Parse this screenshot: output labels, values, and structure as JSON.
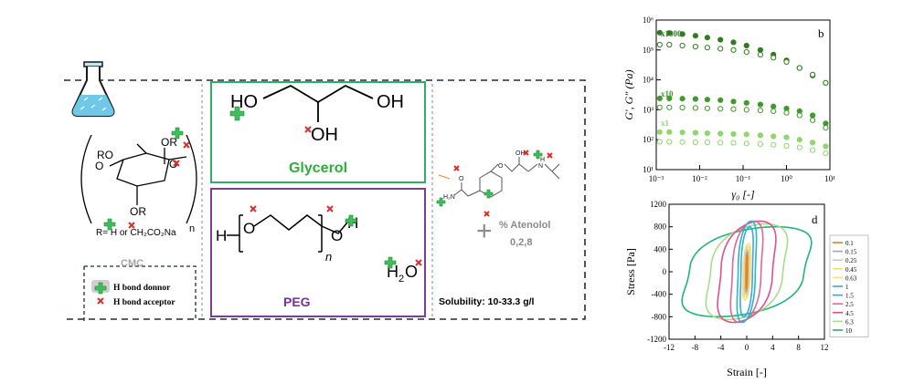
{
  "left_panel": {
    "cmc": {
      "label": "CMC",
      "groups": {
        "ro_top": "RO",
        "or_top": "OR",
        "o_left": "O",
        "o_ring": "O",
        "or_bottom": "OR",
        "subscript_n": "n"
      },
      "substituent_text": "R= H or CH₂CO₂Na"
    },
    "glycerol": {
      "label": "Glycerol",
      "groups": {
        "ho_left": "HO",
        "oh_right": "OH",
        "oh_mid": "OH"
      }
    },
    "peg": {
      "label": "PEG",
      "groups": {
        "h_left": "H",
        "o_left": "O",
        "subscript_n": "n",
        "o_right": "O",
        "h_right": "H"
      }
    },
    "water": {
      "formula_h": "H",
      "formula_2": "2",
      "formula_o": "O"
    },
    "atenolol": {
      "label": "% Atenolol",
      "fractions": "0,2,8",
      "plus_symbol": "+",
      "solubility": "Solubility: 10-33.3 g/l",
      "groups": {
        "oh": "OH",
        "o": "O",
        "nh": "N",
        "h": "H",
        "nh2": "H₂N",
        "carbonyl_o": "O"
      }
    },
    "legend": {
      "donor": "H bond donnor",
      "acceptor": "H bond acceptor"
    },
    "colors": {
      "dash_border": "#1f2d3d",
      "glycerol_border": "#2fae6a",
      "glycerol_text": "#2fae3a",
      "peg_border": "#7a3f97",
      "peg_text": "#7a2f9a",
      "cmc_text": "#a7a7a7",
      "atenolol_text": "#8a8a8a",
      "donor": "#3fbf5a",
      "acceptor": "#d9302a"
    },
    "icons": [
      "flask-icon",
      "donor-plus-icon",
      "acceptor-cross-icon"
    ]
  },
  "chart_data": [
    {
      "type": "scatter",
      "panel_label": "b",
      "xlabel": "γ₀ [-]",
      "ylabel": "G′, G″ (Pa)",
      "xscale": "log",
      "yscale": "log",
      "xlim": [
        0.001,
        10
      ],
      "ylim": [
        10,
        1000000
      ],
      "xticks": [
        "10⁻³",
        "10⁻²",
        "10⁻¹",
        "10⁰",
        "10¹"
      ],
      "yticks": [
        "10⁶",
        "10⁵",
        "10⁴",
        "10³",
        "10²",
        "10¹"
      ],
      "annotations": [
        "x1000",
        "x10",
        "x1"
      ],
      "series": [
        {
          "marker": "filled",
          "color": "#2e7d1e",
          "x": [
            0.0012,
            0.002,
            0.004,
            0.008,
            0.015,
            0.03,
            0.06,
            0.12,
            0.25,
            0.5,
            1,
            2,
            4,
            8
          ],
          "y": [
            380000,
            370000,
            340000,
            300000,
            260000,
            220000,
            180000,
            140000,
            100000,
            70000,
            45000,
            25000,
            14000,
            8000
          ]
        },
        {
          "marker": "open",
          "color": "#2e7d1e",
          "x": [
            0.0012,
            0.002,
            0.004,
            0.008,
            0.015,
            0.03,
            0.06,
            0.12,
            0.25,
            0.5,
            1,
            2,
            4,
            8
          ],
          "y": [
            150000,
            150000,
            140000,
            130000,
            120000,
            110000,
            100000,
            85000,
            70000,
            55000,
            40000,
            25000,
            15000,
            8000
          ]
        },
        {
          "marker": "filled",
          "color": "#3f9b2a",
          "x": [
            0.0012,
            0.002,
            0.004,
            0.008,
            0.015,
            0.03,
            0.06,
            0.12,
            0.25,
            0.5,
            1,
            2,
            4,
            8
          ],
          "y": [
            2400,
            2400,
            2350,
            2300,
            2200,
            2100,
            1900,
            1700,
            1500,
            1300,
            1100,
            900,
            650,
            350
          ]
        },
        {
          "marker": "open",
          "color": "#3f9b2a",
          "x": [
            0.0012,
            0.002,
            0.004,
            0.008,
            0.015,
            0.03,
            0.06,
            0.12,
            0.25,
            0.5,
            1,
            2,
            4,
            8
          ],
          "y": [
            1200,
            1200,
            1180,
            1150,
            1120,
            1080,
            1050,
            1000,
            950,
            900,
            800,
            650,
            450,
            250
          ]
        },
        {
          "marker": "filled",
          "color": "#8fd66b",
          "x": [
            0.0012,
            0.002,
            0.004,
            0.008,
            0.015,
            0.03,
            0.06,
            0.12,
            0.25,
            0.5,
            1,
            2,
            4,
            8
          ],
          "y": [
            180,
            180,
            175,
            170,
            165,
            160,
            155,
            150,
            140,
            130,
            120,
            100,
            80,
            60
          ]
        },
        {
          "marker": "open",
          "color": "#8fd66b",
          "x": [
            0.0012,
            0.002,
            0.004,
            0.008,
            0.015,
            0.03,
            0.06,
            0.12,
            0.25,
            0.5,
            1,
            2,
            4,
            8
          ],
          "y": [
            85,
            85,
            84,
            83,
            82,
            80,
            78,
            75,
            72,
            68,
            62,
            55,
            45,
            35
          ]
        }
      ]
    },
    {
      "type": "line",
      "panel_label": "d",
      "xlabel": "Strain [-]",
      "ylabel": "Stress [Pa]",
      "xlim": [
        -12,
        12
      ],
      "ylim": [
        -1200,
        1200
      ],
      "xticks": [
        -12,
        -8,
        -4,
        0,
        4,
        8,
        12
      ],
      "yticks": [
        1200,
        800,
        400,
        0,
        -400,
        -800,
        -1200
      ],
      "legend_position": "right",
      "series": [
        {
          "name": "0.1",
          "color": "#f07f1e",
          "strain_amp": 0.1,
          "stress_amp": 300
        },
        {
          "name": "0.15",
          "color": "#a6a6a6",
          "strain_amp": 0.15,
          "stress_amp": 350
        },
        {
          "name": "0.25",
          "color": "#c8c8c8",
          "strain_amp": 0.25,
          "stress_amp": 400
        },
        {
          "name": "0.45",
          "color": "#f2dc6b",
          "strain_amp": 0.45,
          "stress_amp": 450
        },
        {
          "name": "0.63",
          "color": "#f5e08a",
          "strain_amp": 0.63,
          "stress_amp": 500
        },
        {
          "name": "1",
          "color": "#3fa6e0",
          "strain_amp": 1,
          "stress_amp": 800
        },
        {
          "name": "1.5",
          "color": "#27b6c6",
          "strain_amp": 1.5,
          "stress_amp": 900
        },
        {
          "name": "2.5",
          "color": "#e0669a",
          "strain_amp": 2.5,
          "stress_amp": 900
        },
        {
          "name": "4.5",
          "color": "#e0508a",
          "strain_amp": 4.5,
          "stress_amp": 900
        },
        {
          "name": "6.3",
          "color": "#a8dc8e",
          "strain_amp": 6.3,
          "stress_amp": 850
        },
        {
          "name": "10",
          "color": "#1fb57a",
          "strain_amp": 10,
          "stress_amp": 800
        }
      ]
    }
  ]
}
